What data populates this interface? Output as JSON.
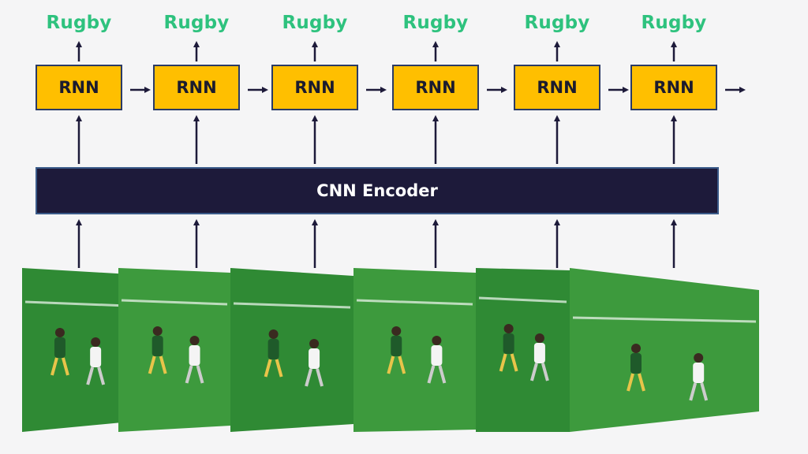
{
  "colors": {
    "output_text": "#2ec27e",
    "rnn_fill": "#ffbf00",
    "encoder_fill": "#1d1a3a",
    "arrow": "#1d1a3a",
    "pitch": "#3d9a3d",
    "pitch_dark": "#2f8a34"
  },
  "outputs": [
    "Rugby",
    "Rugby",
    "Rugby",
    "Rugby",
    "Rugby",
    "Rugby"
  ],
  "rnn_cells": [
    "RNN",
    "RNN",
    "RNN",
    "RNN",
    "RNN",
    "RNN"
  ],
  "encoder": {
    "label": "CNN Encoder"
  },
  "frames": [
    {
      "name": "video-frame-1",
      "icon": "rugby-frame"
    },
    {
      "name": "video-frame-2",
      "icon": "rugby-frame"
    },
    {
      "name": "video-frame-3",
      "icon": "rugby-frame"
    },
    {
      "name": "video-frame-4",
      "icon": "rugby-frame"
    },
    {
      "name": "video-frame-5",
      "icon": "rugby-frame"
    },
    {
      "name": "video-frame-6",
      "icon": "rugby-frame"
    }
  ]
}
